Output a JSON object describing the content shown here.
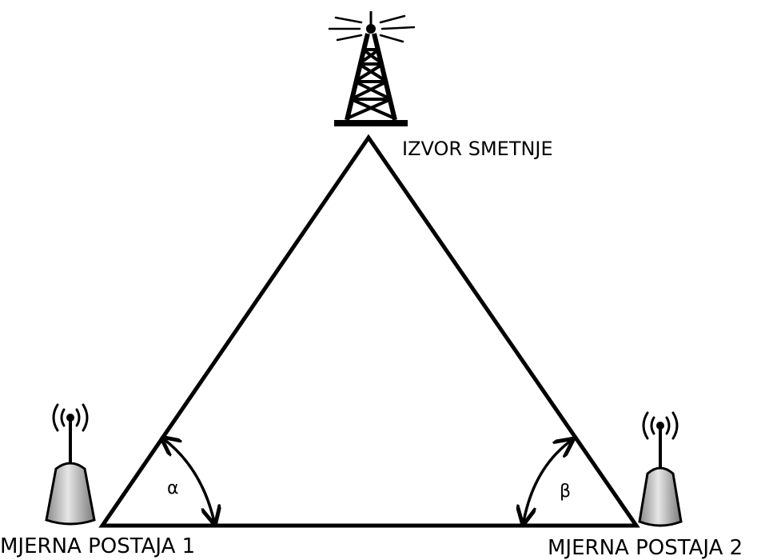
{
  "labels": {
    "source": "IZVOR SMETNJE",
    "station1": "MJERNA POSTAJA 1",
    "station2": "MJERNA POSTAJA 2",
    "alpha": "α",
    "beta": "β"
  },
  "icons": {
    "source": "radio-tower-icon",
    "station1": "antenna-station-icon",
    "station2": "antenna-station-icon"
  },
  "colors": {
    "line": "#000000",
    "background": "#ffffff",
    "station_body": "#c8c8c8"
  }
}
